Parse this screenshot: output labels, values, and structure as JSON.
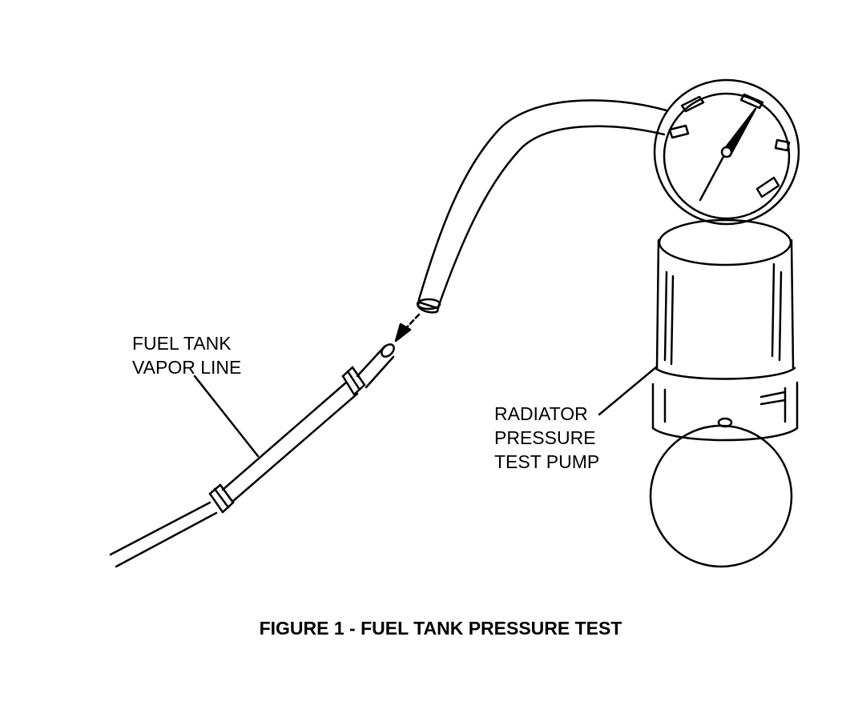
{
  "labels": {
    "vapor_line": [
      "FUEL TANK",
      "VAPOR LINE"
    ],
    "pump": [
      "RADIATOR",
      "PRESSURE",
      "TEST PUMP"
    ]
  },
  "caption": "FIGURE 1 - FUEL TANK PRESSURE TEST",
  "colors": {
    "ink": "#000000",
    "paper": "#ffffff"
  }
}
